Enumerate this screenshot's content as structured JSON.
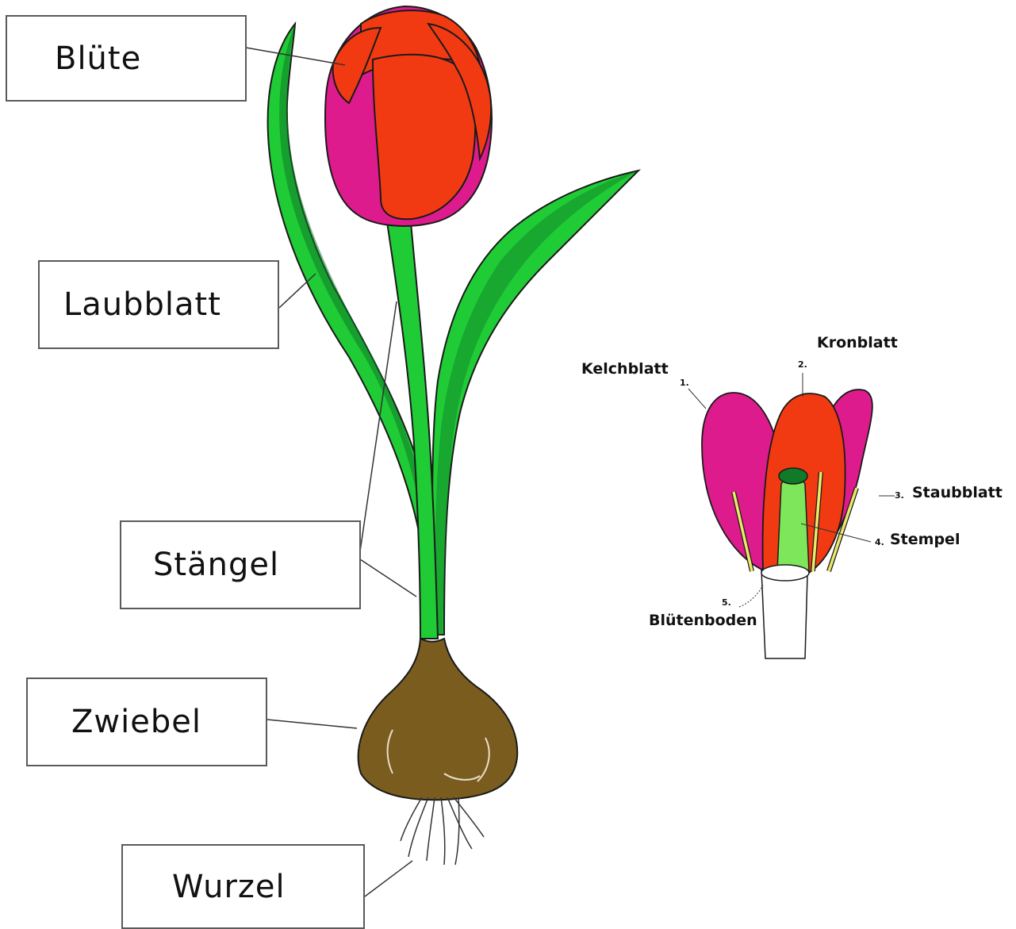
{
  "labels": {
    "bluete": "Blüte",
    "laubblatt": "Laubblatt",
    "staengel": "Stängel",
    "zwiebel": "Zwiebel",
    "wurzel": "Wurzel"
  },
  "detail": {
    "kelchblatt": {
      "num": "1.",
      "text": "Kelchblatt"
    },
    "kronblatt": {
      "num": "2.",
      "text": "Kronblatt"
    },
    "staubblatt": {
      "num": "3.",
      "text": "Staubblatt"
    },
    "stempel": {
      "num": "4.",
      "text": "Stempel"
    },
    "bluetenboden": {
      "num": "5.",
      "text": "Blütenboden"
    }
  },
  "colors": {
    "petal_red": "#f23a12",
    "petal_magenta": "#de1b8c",
    "leaf_green": "#1fcc35",
    "leaf_dark": "#0f7a28",
    "bulb_brown": "#7a5c1e",
    "stamen_yellow": "#ece86a",
    "pistil_green": "#7ee65a"
  }
}
